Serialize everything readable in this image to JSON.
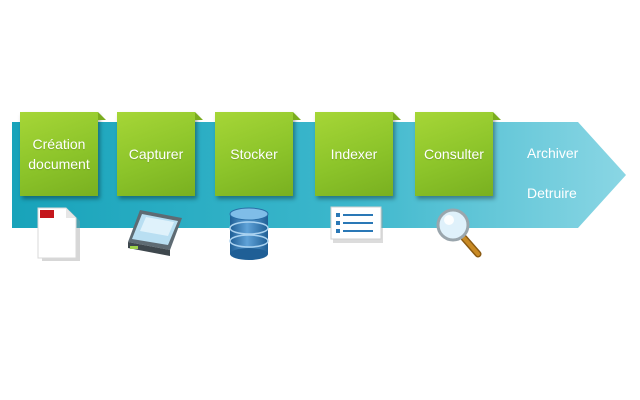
{
  "steps": [
    {
      "label": "Création document",
      "icon": "document-icon"
    },
    {
      "label": "Capturer",
      "icon": "scanner-icon"
    },
    {
      "label": "Stocker",
      "icon": "database-icon"
    },
    {
      "label": "Indexer",
      "icon": "list-icon"
    },
    {
      "label": "Consulter",
      "icon": "magnifier-icon"
    }
  ],
  "tail": {
    "archive": "Archiver",
    "destroy": "Detruire"
  },
  "colors": {
    "arrow_light": "#8ad6e4",
    "arrow_dark": "#17a0b8",
    "box_green": "#92c82c",
    "text": "#ffffff"
  }
}
